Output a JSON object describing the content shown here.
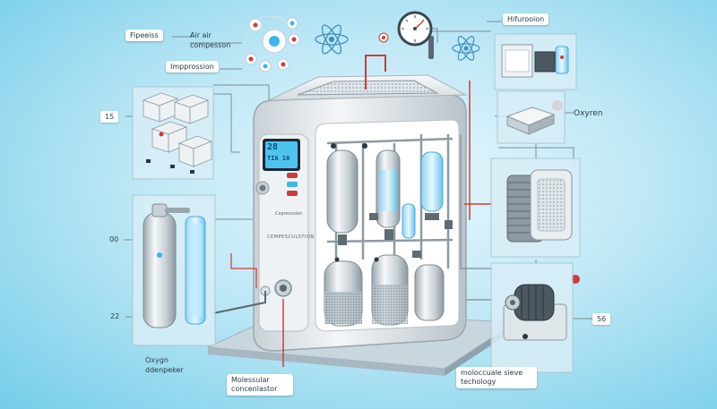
{
  "labels": {
    "pipeless": "Fipeeiss",
    "air_compression": "Air air compesson",
    "impprossion": "Impprossion",
    "hifurooion": "Hifurooion",
    "oxygen": "Oxyren",
    "oxygen_dispenser": "Oxygn ddenpeker",
    "molecular_concentrator": "Molessular concenlastor",
    "sieve_technology": "moloccuale sieve techology"
  },
  "numbers": {
    "n15": "15",
    "n00": "00",
    "n22": "22",
    "n56": "56"
  },
  "machine": {
    "display_top": "28",
    "display_bottom": "TIA 10",
    "panel_text": "Coprescsion",
    "front_text": "CEMPESCULSTION"
  },
  "colors": {
    "background": "#9edcf0",
    "accent_blue": "#3fb6e6",
    "pipe_red": "#d23a3a",
    "machine_body": "#e8edf1"
  }
}
